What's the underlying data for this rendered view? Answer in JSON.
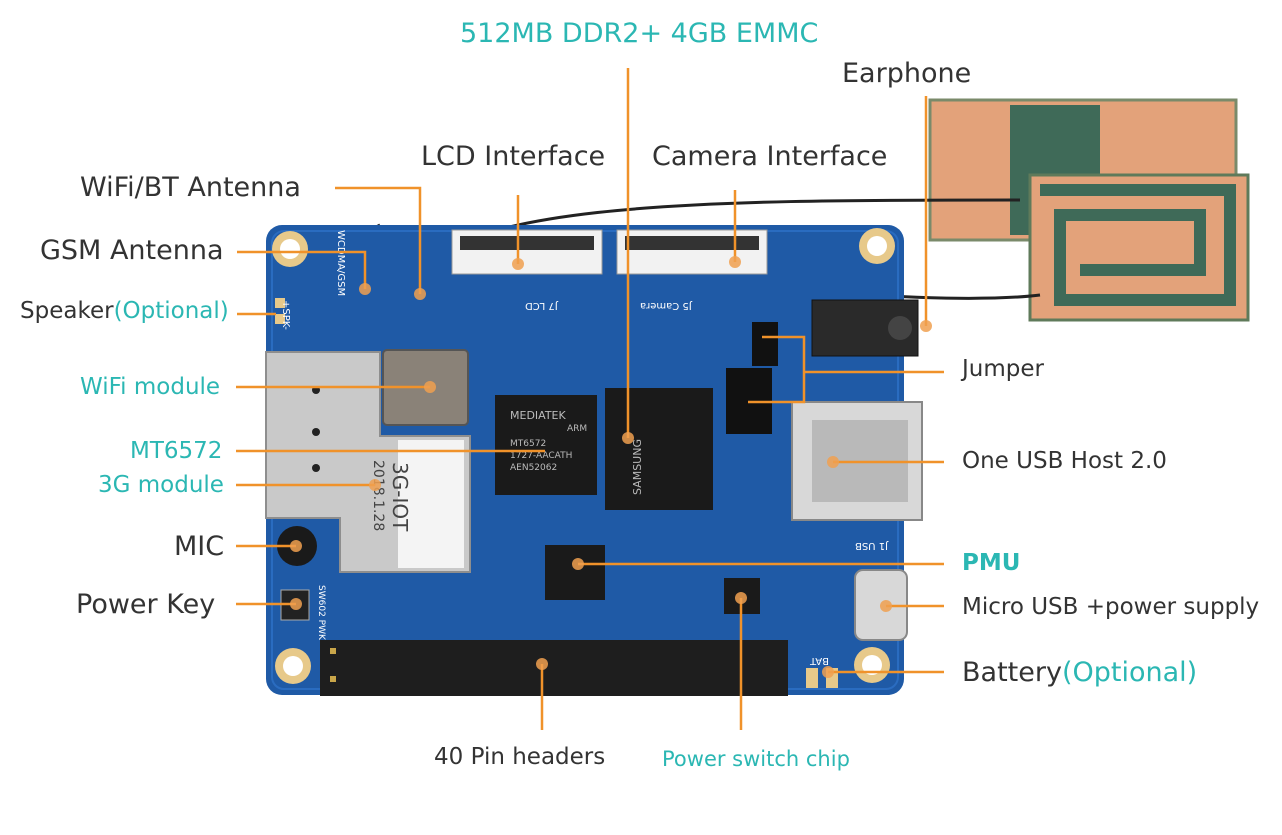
{
  "labels": {
    "ram_emmc": "512MB DDR2+ 4GB EMMC",
    "earphone": "Earphone",
    "lcd_interface": "LCD Interface",
    "camera_interface": "Camera Interface",
    "wifi_bt_antenna": "WiFi/BT Antenna",
    "gsm_antenna": "GSM Antenna",
    "speaker": "Speaker",
    "speaker_optional": "(Optional)",
    "wifi_module": "WiFi module",
    "mt6572": "MT6572",
    "module_3g": "3G module",
    "mic": "MIC",
    "power_key": "Power Key",
    "jumper": "Jumper",
    "usb_host": "One USB Host 2.0",
    "pmu": "PMU",
    "micro_usb": "Micro USB +power supply",
    "battery": "Battery",
    "battery_optional": "(Optional)",
    "pin_headers": "40 Pin headers",
    "power_switch_chip": "Power switch chip"
  },
  "board_text": {
    "module_name": "3G-IOT",
    "module_date": "2018.1.28",
    "mediatek": "MEDIATEK",
    "arm": "ARM",
    "chip_line1": "MT6572",
    "chip_line2": "1727-AACATH",
    "chip_line3": "AEN52062",
    "samsung": "SAMSUNG",
    "silk_wcdma": "WCDMA/GSM",
    "silk_lcd": "J7 LCD",
    "silk_camera": "J5 Camera",
    "silk_usb": "J1 USB",
    "silk_bat": "BAT",
    "silk_spk": "+SPK-",
    "silk_pwk": "SW602 PWK"
  },
  "colors": {
    "label_text": "#333333",
    "accent_teal": "#2bb7b3",
    "leader_orange": "#f0922a",
    "pcb_blue": "#1f5aa6"
  }
}
